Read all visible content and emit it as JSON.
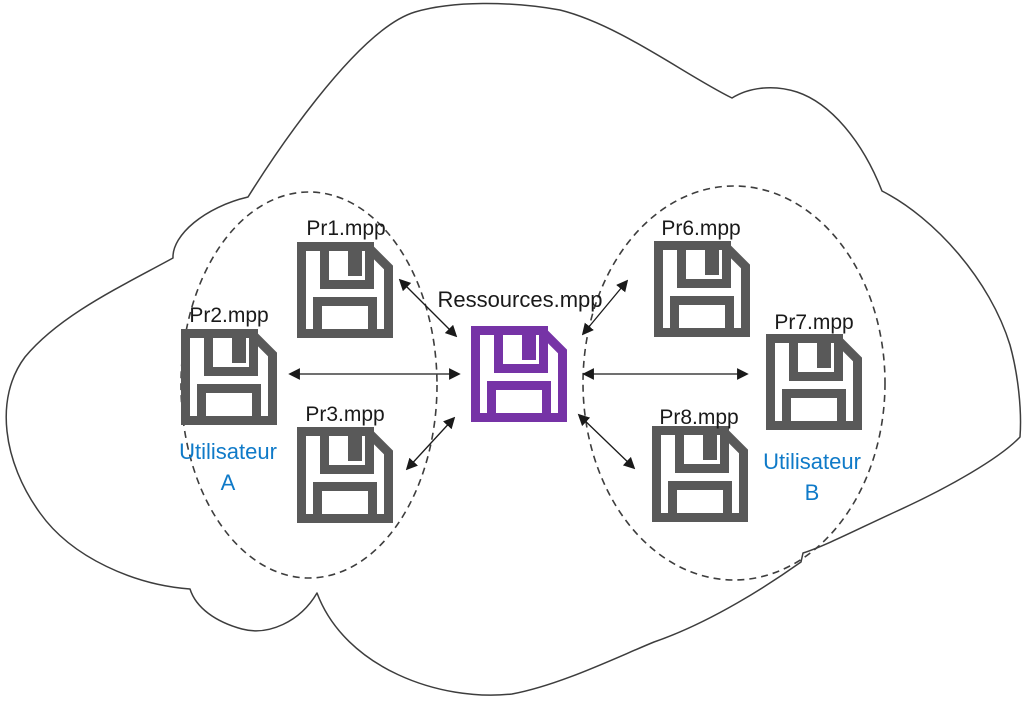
{
  "colors": {
    "disk_gray": "#595959",
    "disk_purple": "#7633A6",
    "user_blue": "#0F7AC8",
    "line": "#3d3d3d",
    "arrow": "#1a1a1a"
  },
  "center": {
    "label": "Ressources.mpp"
  },
  "group_a": {
    "user_line1": "Utilisateur",
    "user_line2": "A",
    "disks": [
      {
        "label": "Pr1.mpp"
      },
      {
        "label": "Pr2.mpp"
      },
      {
        "label": "Pr3.mpp"
      }
    ]
  },
  "group_b": {
    "user_line1": "Utilisateur",
    "user_line2": "B",
    "disks": [
      {
        "label": "Pr6.mpp"
      },
      {
        "label": "Pr7.mpp"
      },
      {
        "label": "Pr8.mpp"
      }
    ]
  }
}
